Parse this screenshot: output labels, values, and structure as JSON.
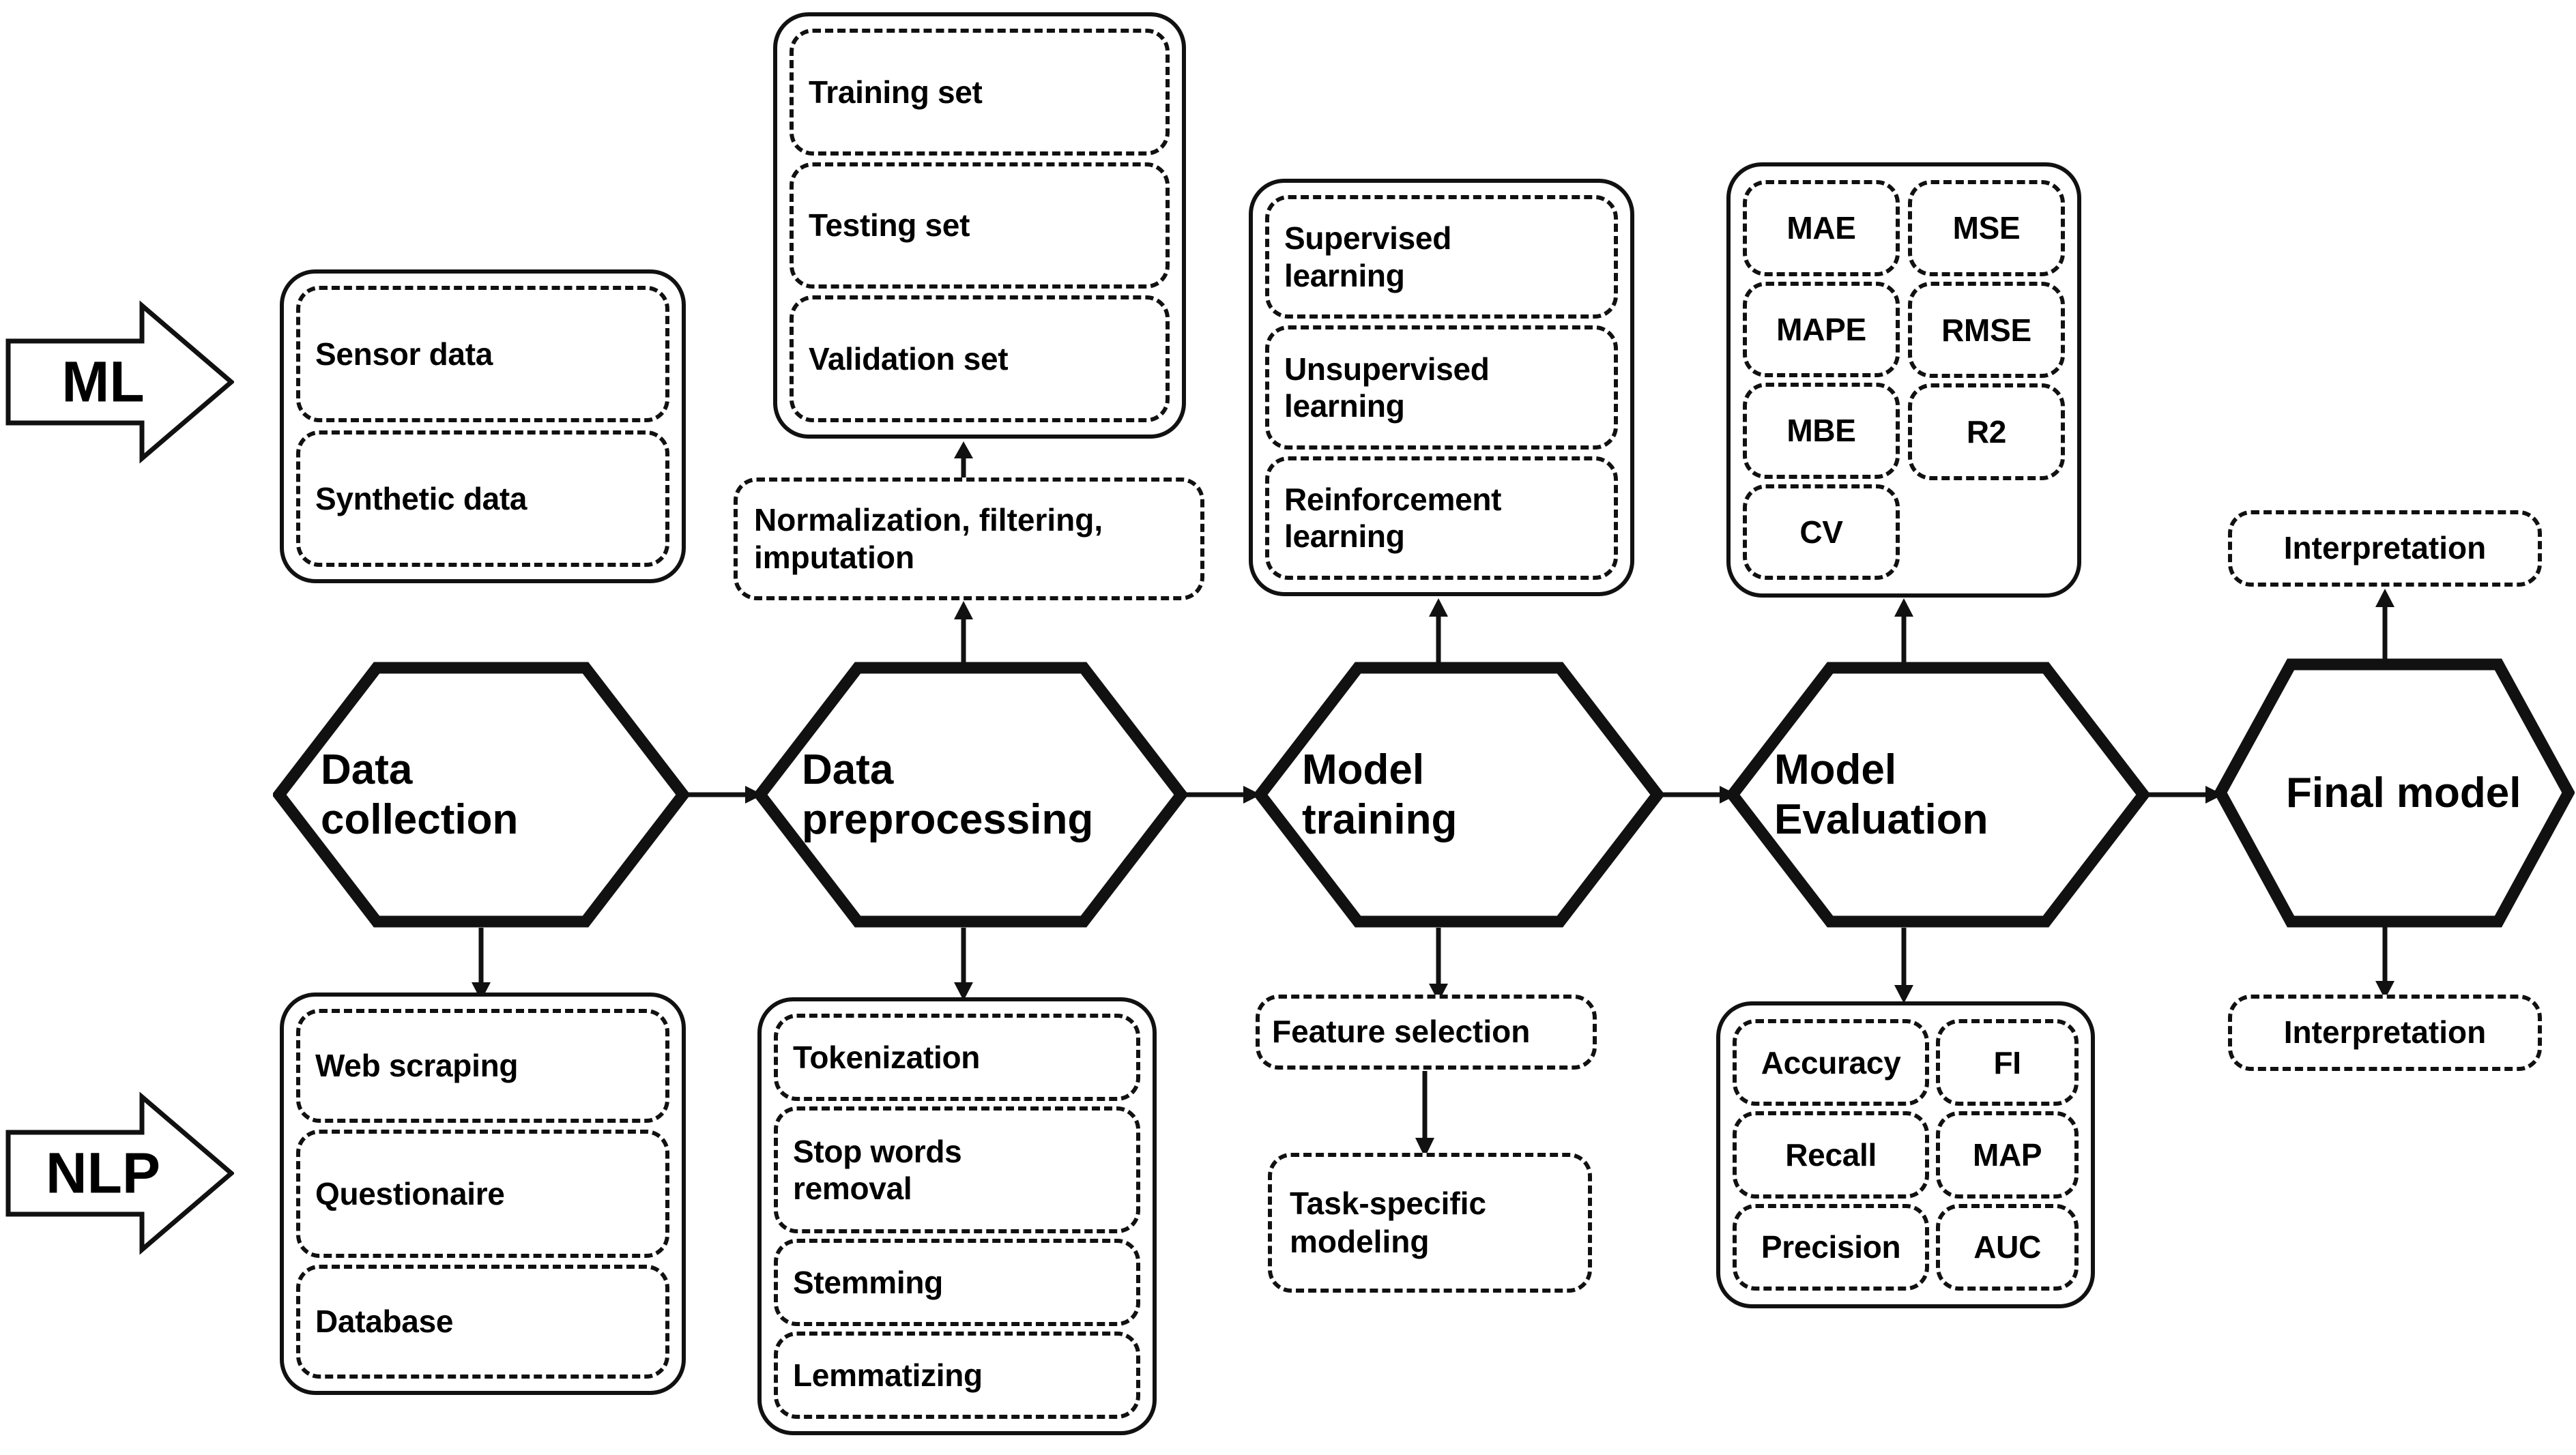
{
  "diagram": {
    "title": "Machine learning and NLP pipeline",
    "stroke_color": "#111111",
    "background": "#ffffff"
  },
  "entry_arrows": [
    {
      "label": "ML"
    },
    {
      "label": "NLP"
    }
  ],
  "stages": [
    {
      "label": "Data\ncollection"
    },
    {
      "label": "Data\npreprocessing"
    },
    {
      "label": "Model\ntraining"
    },
    {
      "label": "Model\nEvaluation"
    },
    {
      "label": "Final model"
    }
  ],
  "ml_row": {
    "data_collection": {
      "items": [
        "Sensor data",
        "Synthetic data"
      ]
    },
    "preprocessing_top": {
      "items": [
        "Training set",
        "Testing set",
        "Validation set"
      ]
    },
    "preprocessing_mid": {
      "label": "Normalization, filtering, imputation"
    },
    "model_training": {
      "items": [
        "Supervised\nlearning",
        "Unsupervised\nlearning",
        "Reinforcement\nlearning"
      ]
    },
    "model_evaluation": {
      "left_column": [
        "MAE",
        "MAPE",
        "MBE",
        "CV"
      ],
      "right_column": [
        "MSE",
        "RMSE",
        "R2"
      ]
    },
    "final_model": {
      "label": "Interpretation"
    }
  },
  "nlp_row": {
    "data_collection": {
      "items": [
        "Web scraping",
        "Questionaire",
        "Database"
      ]
    },
    "preprocessing": {
      "items": [
        "Tokenization",
        "Stop words\nremoval",
        "Stemming",
        "Lemmatizing"
      ]
    },
    "model_training": {
      "feature_selection": "Feature selection",
      "task_modeling": "Task-specific\nmodeling"
    },
    "model_evaluation": {
      "left_column": [
        "Accuracy",
        "Recall",
        "Precision"
      ],
      "right_column": [
        "FI",
        "MAP",
        "AUC"
      ]
    },
    "final_model": {
      "label": "Interpretation"
    }
  }
}
